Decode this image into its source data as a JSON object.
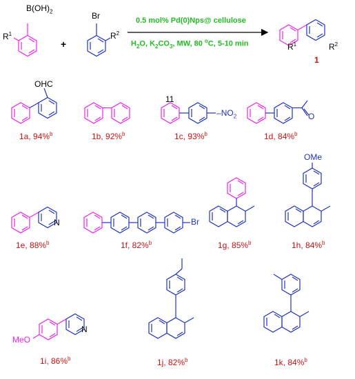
{
  "scheme": {
    "reactant1": {
      "group": "B(OH)",
      "group_sub": "2",
      "substituent": "R",
      "substituent_sup": "1"
    },
    "plus": "+",
    "reactant2": {
      "halogen": "Br",
      "substituent": "R",
      "substituent_sup": "2"
    },
    "conditions": {
      "line1": "0.5 mol% Pd(0)Nps@ cellulose",
      "line2_a": "H",
      "line2_b": "2",
      "line2_c": "O, K",
      "line2_d": "2",
      "line2_e": "CO",
      "line2_f": "3",
      "line2_g": ", MW, 80 ",
      "line2_h": "o",
      "line2_i": "C, 5-10 min"
    },
    "product": {
      "substituent1": "R",
      "substituent1_sup": "1",
      "substituent2": "R",
      "substituent2_sup": "2",
      "number": "1"
    }
  },
  "atoms": {
    "cho": "OHC",
    "nitro": "NO",
    "nitro_sub": "2",
    "oxygen": "O",
    "nitrogen": "N",
    "bromine": "Br",
    "methoxy": "OMe",
    "meo": "MeO",
    "stray": "11"
  },
  "compounds": [
    {
      "id": "1a",
      "text": "1a, 94%",
      "sup": "b"
    },
    {
      "id": "1b",
      "text": "1b, 92%",
      "sup": "b"
    },
    {
      "id": "1c",
      "text": "1c, 93%",
      "sup": "b"
    },
    {
      "id": "1d",
      "text": "1d, 84%",
      "sup": "b"
    },
    {
      "id": "1e",
      "text": "1e, 88%",
      "sup": "b"
    },
    {
      "id": "1f",
      "text": "1f, 82%",
      "sup": "b"
    },
    {
      "id": "1g",
      "text": "1g, 85%",
      "sup": "b"
    },
    {
      "id": "1h",
      "text": "1h, 84%",
      "sup": "b"
    },
    {
      "id": "1i",
      "text": "1i, 86%",
      "sup": "b"
    },
    {
      "id": "1j",
      "text": "1j, 82%",
      "sup": "b"
    },
    {
      "id": "1k",
      "text": "1k, 84%",
      "sup": "b"
    }
  ]
}
